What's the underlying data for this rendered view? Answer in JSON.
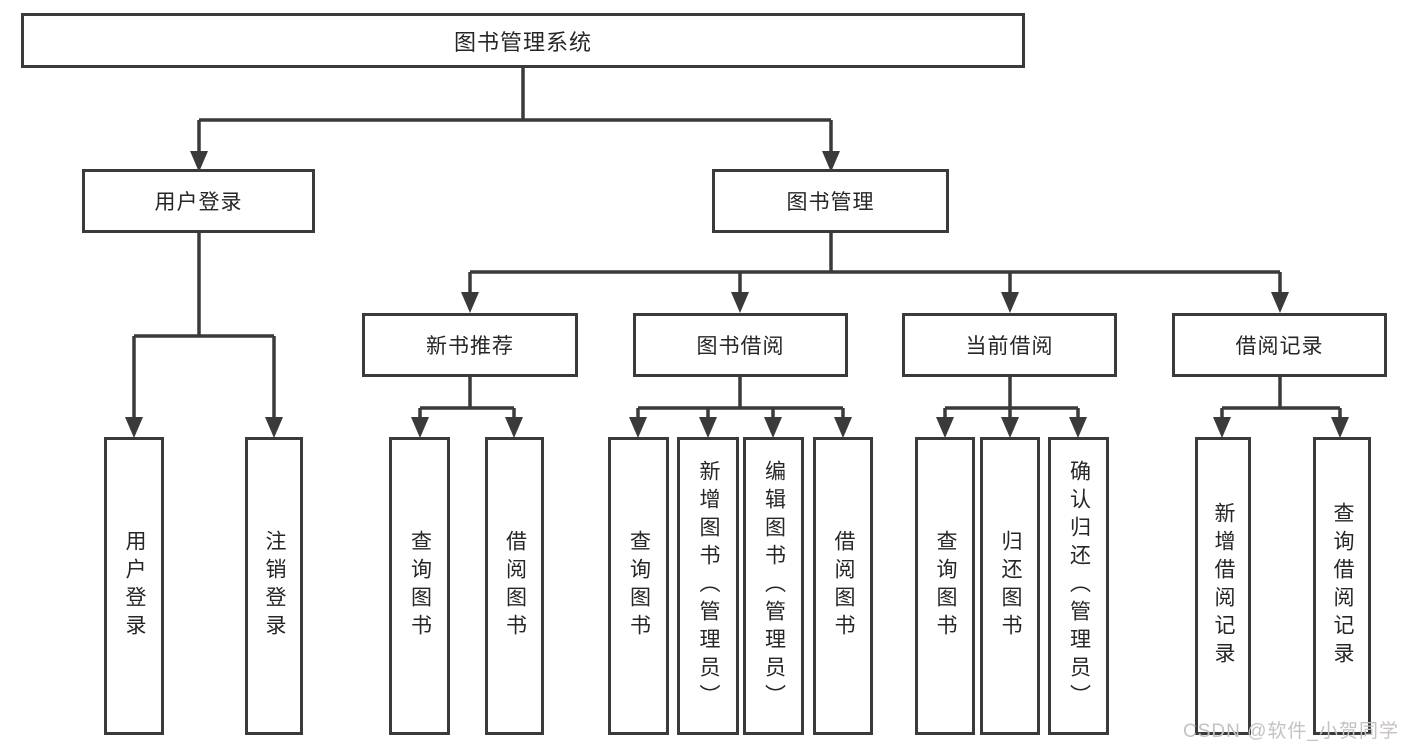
{
  "diagram": {
    "root": "图书管理系统",
    "user_login": {
      "label": "用户登录",
      "children": [
        "用户登录",
        "注销登录"
      ]
    },
    "book_mgmt": {
      "label": "图书管理",
      "sections": [
        {
          "label": "新书推荐",
          "children": [
            "查询图书",
            "借阅图书"
          ]
        },
        {
          "label": "图书借阅",
          "children": [
            "查询图书",
            "新增图书（管理员）",
            "编辑图书（管理员）",
            "借阅图书"
          ]
        },
        {
          "label": "当前借阅",
          "children": [
            "查询图书",
            "归还图书",
            "确认归还（管理员）"
          ]
        },
        {
          "label": "借阅记录",
          "children": [
            "新增借阅记录",
            "查询借阅记录"
          ]
        }
      ]
    }
  },
  "watermark": "CSDN @软件_小贺同学",
  "colors": {
    "line": "#3a3a3a",
    "text": "#262626",
    "watermark": "#c6c1c3"
  }
}
